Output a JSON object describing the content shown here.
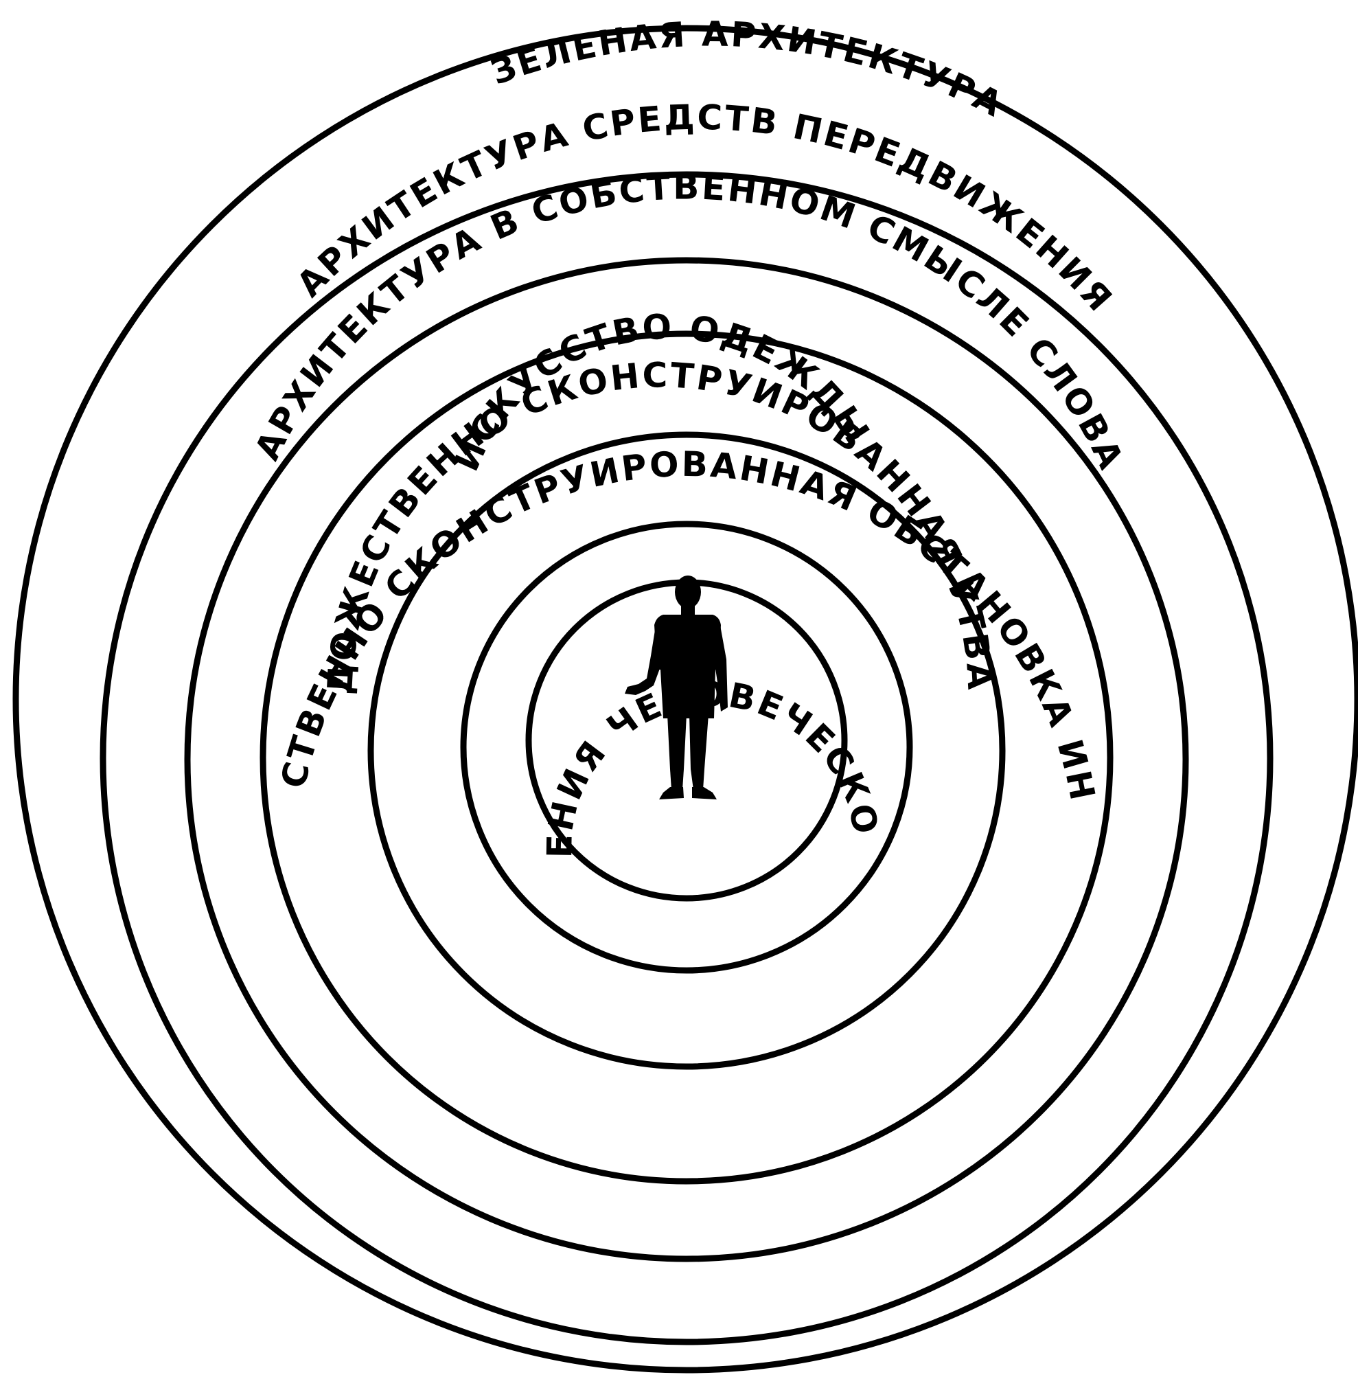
{
  "diagram": {
    "rings": [
      {
        "id": "ring-1",
        "label": "УКРАШЕНИЯ ЧЕЛОВЕЧЕСКОГО ТЕЛА"
      },
      {
        "id": "ring-2",
        "label": "ИСКУССТВО ОДЕЖДЫ"
      },
      {
        "id": "ring-3",
        "label": "ХУДОЖЕСТВЕННО СКОНСТРУИРОВАННАЯ УТВАРЬ"
      },
      {
        "id": "ring-4",
        "label": "ХУДОЖЕСТВЕННО СКОНСТРУИРОВАННАЯ ОБСТАНОВКА ИНТЕРЬЕРА"
      },
      {
        "id": "ring-5",
        "label": "АРХИТЕКТУРА В СОБСТВЕННОМ СМЫСЛЕ СЛОВА"
      },
      {
        "id": "ring-6",
        "label": "АРХИТЕКТУРА СРЕДСТВ ПЕРЕДВИЖЕНИЯ"
      },
      {
        "id": "ring-7",
        "label": "\"ЗЕЛЕНАЯ АРХИТЕКТУРА\""
      }
    ],
    "center_icon": "human-figure-icon"
  }
}
